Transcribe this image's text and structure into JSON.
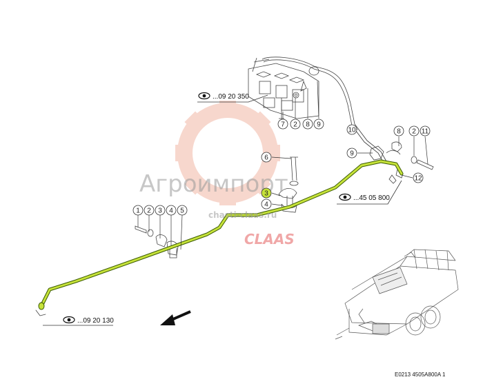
{
  "references": {
    "ref_top": "...09 20 350",
    "ref_mid": "...45 05 800",
    "ref_bottom": "...09 20 130"
  },
  "callouts": [
    "1",
    "2",
    "3",
    "4",
    "5",
    "6",
    "3",
    "4",
    "7",
    "2",
    "8",
    "9",
    "10",
    "9",
    "8",
    "2",
    "11",
    "12"
  ],
  "watermark": {
    "brand": "Агроимпорт",
    "url": "chasti-claas.ru",
    "claas": "CLAAS"
  },
  "doc_code": "E0213 4505A800A 1",
  "colors": {
    "pipe_highlight": "#c6e23a",
    "pipe_outline": "#3a5a00",
    "line": "#333333",
    "watermark_gear": "#f2b7a6",
    "callout_highlight": "#c6e23a"
  },
  "icons": {
    "view": "eye-icon",
    "direction": "arrow-down-left-icon"
  }
}
